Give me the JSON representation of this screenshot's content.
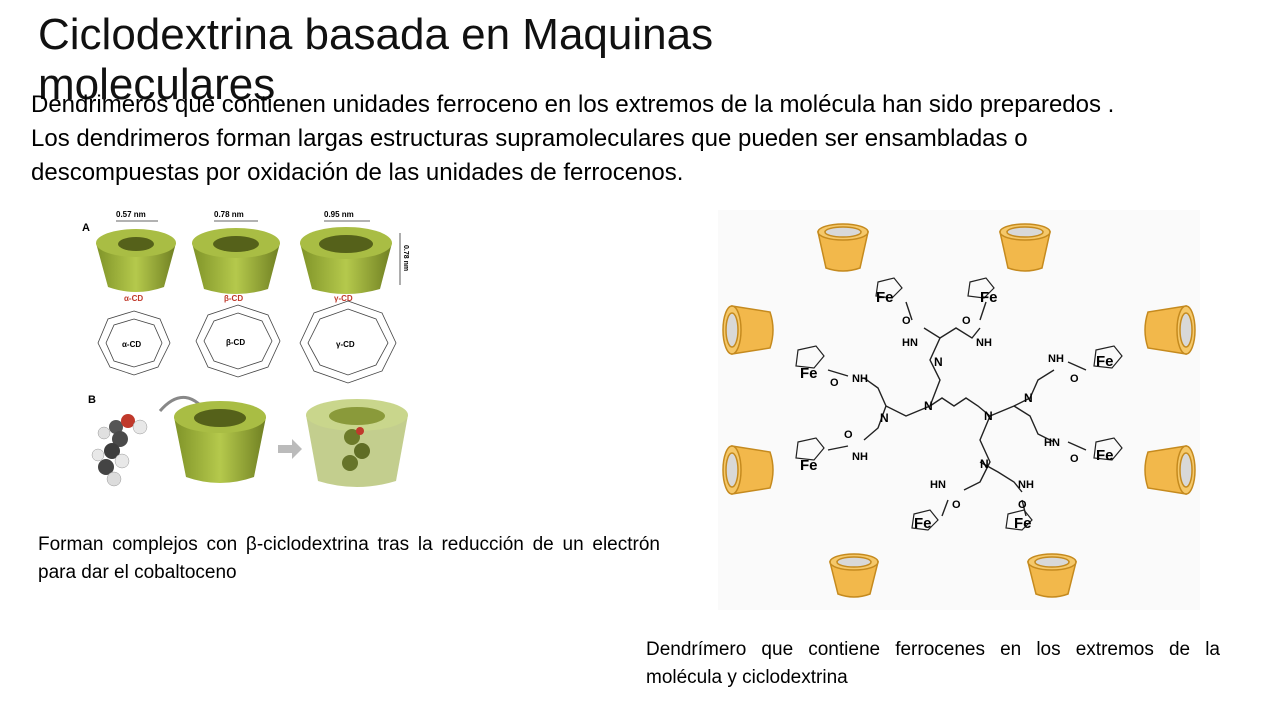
{
  "slide": {
    "title": "Ciclodextrina basada en Maquinas moleculares",
    "intro": "Dendrimeros que contienen unidades ferroceno en los extremos de la molécula han sido preparedos . Los dendrimeros forman largas estructuras supramoleculares que pueden ser ensambladas  o descompuestas por oxidación de las unidades de ferrocenos.",
    "caption_left": "Forman complejos con β-ciclodextrina tras la reducción de un electrón para dar el cobaltoceno",
    "caption_right": " Dendrímero que contiene ferrocenes en los extremos de   la molécula y ciclodextrina"
  },
  "figure_left": {
    "panel_a": "A",
    "panel_b": "B",
    "widths": [
      "0.57 nm",
      "0.78 nm",
      "0.95 nm"
    ],
    "height_label": "0.78 nm",
    "names": [
      "α-CD",
      "β-CD",
      "γ-CD"
    ],
    "ring_labels": [
      "α-CD",
      "β-CD",
      "γ-CD"
    ],
    "colors": {
      "cd_green": "#9bb03c",
      "cd_dark": "#6f7f22",
      "label_red": "#c0392b"
    }
  },
  "figure_right": {
    "fe": "Fe",
    "nh": "NH",
    "hn": "HN",
    "o": "O",
    "n": "N",
    "colors": {
      "cd_gold": "#f2b84b",
      "cd_rim": "#e0a030",
      "cd_inner": "#d8d8d8"
    }
  }
}
